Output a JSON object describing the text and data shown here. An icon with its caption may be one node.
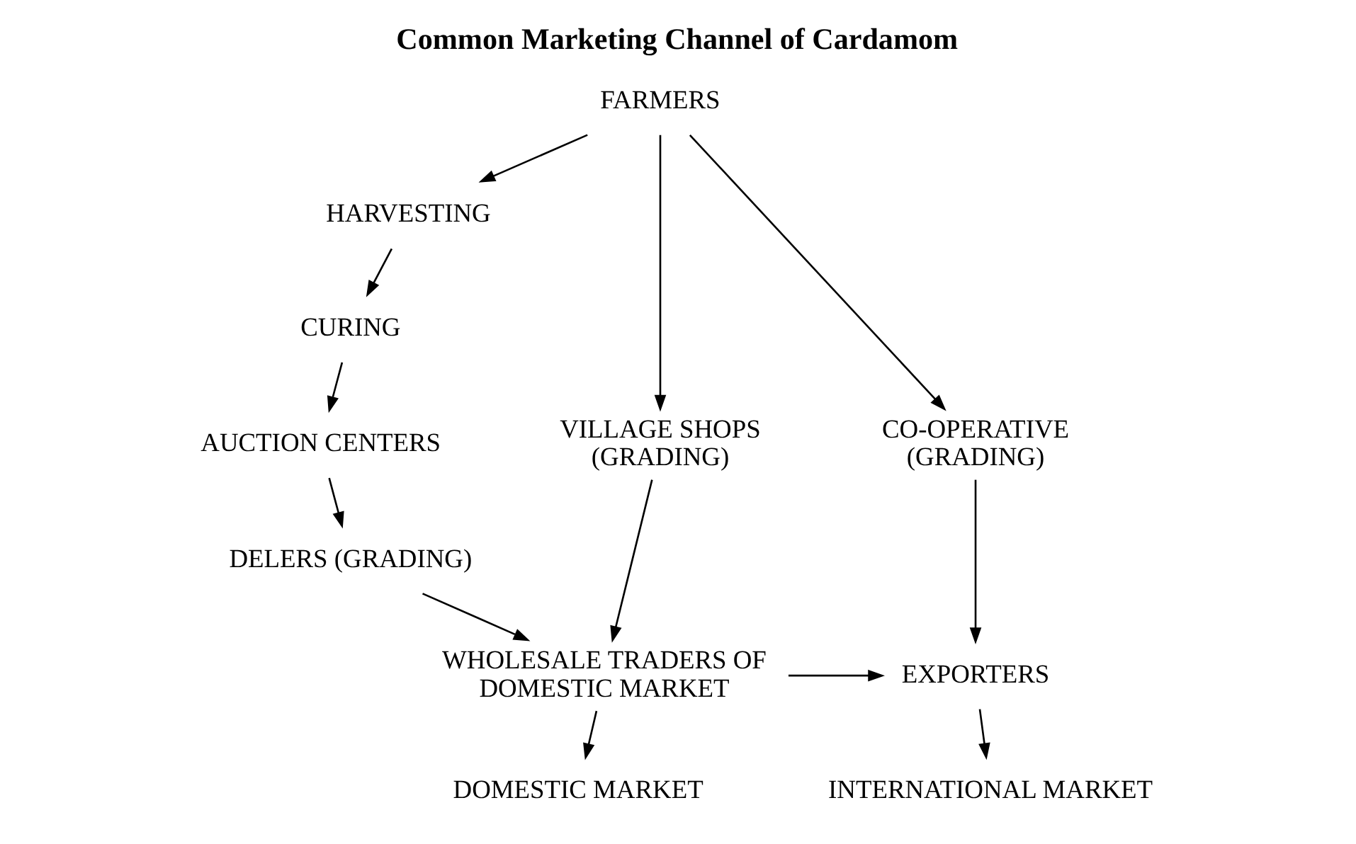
{
  "diagram": {
    "title": "Common Marketing Channel of Cardamom",
    "nodes": [
      {
        "text": [
          "FARMERS"
        ]
      },
      {
        "text": [
          "HARVESTING"
        ]
      },
      {
        "text": [
          "CURING"
        ]
      },
      {
        "text": [
          "VILLAGE SHOPS (GRADING)"
        ]
      },
      {
        "text": [
          "AUCTION CENTERS"
        ]
      },
      {
        "text": [
          "CO-OPERATIVE (GRADING)"
        ]
      },
      {
        "text": [
          "DELERS (GRADING)"
        ]
      },
      {
        "text": [
          "WHOLESALE TRADERS OF DOMESTIC MARKET"
        ]
      },
      {
        "text": [
          "EXPORTERS"
        ]
      },
      {
        "text": [
          "DOMESTIC MARKET"
        ]
      },
      {
        "text": [
          "INTERNATIONAL MARKET"
        ]
      }
    ],
    "edges": [
      {
        "from": 0,
        "to": 1,
        "arrow": "to"
      },
      {
        "from": 1,
        "to": 2,
        "arrow": "to"
      },
      {
        "from": 2,
        "to": 4,
        "arrow": "to"
      },
      {
        "from": 0,
        "to": 3,
        "arrow": "to"
      },
      {
        "from": 0,
        "to": 5,
        "arrow": "to"
      },
      {
        "from": 4,
        "to": 6,
        "arrow": "to"
      },
      {
        "from": 3,
        "to": 7,
        "arrow": "to"
      },
      {
        "from": 6,
        "to": 7,
        "arrow": "to"
      },
      {
        "from": 7,
        "to": 8,
        "arrow": "to"
      },
      {
        "from": 5,
        "to": 8,
        "arrow": "to"
      },
      {
        "from": 7,
        "to": 9,
        "arrow": "to"
      },
      {
        "from": 8,
        "to": 10,
        "arrow": "to"
      }
    ]
  }
}
